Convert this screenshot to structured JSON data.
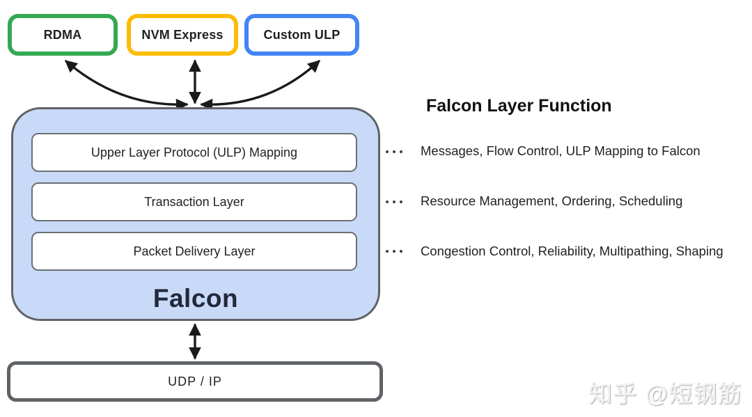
{
  "diagram": {
    "top_boxes": [
      {
        "label": "RDMA",
        "border_color": "#34A853"
      },
      {
        "label": "NVM Express",
        "border_color": "#FBBC04"
      },
      {
        "label": "Custom ULP",
        "border_color": "#4285F4"
      }
    ],
    "falcon": {
      "title": "Falcon",
      "fill_color": "#C9DAF8",
      "border_color": "#5F6368",
      "layers": [
        "Upper Layer Protocol (ULP) Mapping",
        "Transaction Layer",
        "Packet Delivery Layer"
      ]
    },
    "bottom_box": {
      "label": "UDP / IP",
      "border_color": "#5F6368"
    },
    "right_panel": {
      "heading": "Falcon Layer Function",
      "functions": [
        "Messages, Flow Control, ULP Mapping to Falcon",
        "Resource Management, Ordering, Scheduling",
        "Congestion Control, Reliability, Multipathing, Shaping"
      ]
    },
    "arrow_color": "#1a1a1a",
    "watermark": "知乎 @短钢筋"
  }
}
